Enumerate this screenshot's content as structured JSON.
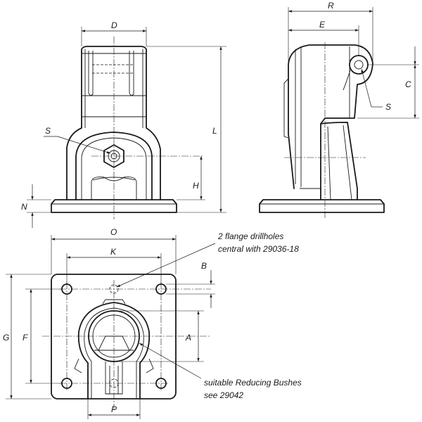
{
  "dimension_labels": {
    "D": "D",
    "S_front": "S",
    "L": "L",
    "H": "H",
    "N": "N",
    "R": "R",
    "E": "E",
    "C": "C",
    "S_side": "S",
    "O": "O",
    "K": "K",
    "B": "B",
    "G": "G",
    "F": "F",
    "A": "A",
    "P": "P"
  },
  "notes": {
    "flange_line1": "2 flange drillholes",
    "flange_line2": "central with 29036-18",
    "bushes_line1": "suitable Reducing Bushes",
    "bushes_line2": "see 29042"
  }
}
